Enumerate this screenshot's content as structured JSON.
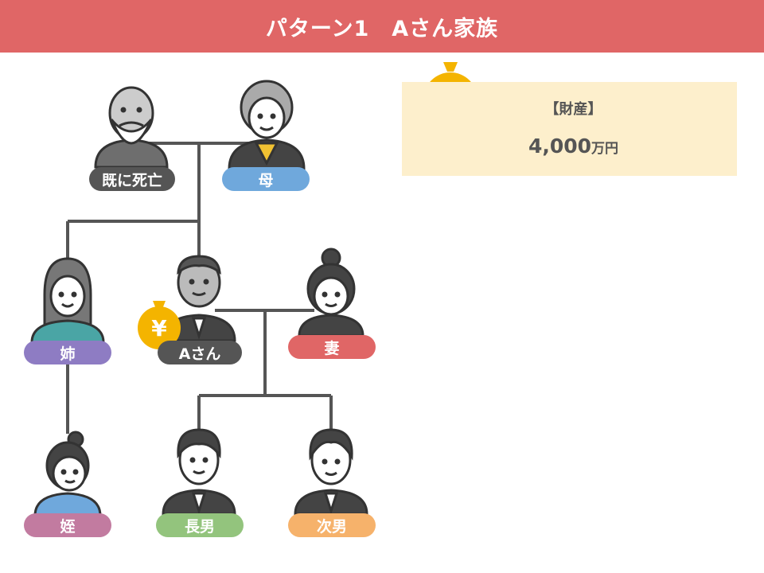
{
  "header": {
    "title": "パターン1　Aさん家族"
  },
  "assets": {
    "label": "【財産】",
    "amount": "4,000",
    "unit": "万円",
    "yen_symbol": "¥"
  },
  "family": {
    "grandfather": {
      "label": "既に死亡",
      "color": "#555555"
    },
    "mother": {
      "label": "母",
      "color": "#6fa8dc"
    },
    "sister": {
      "label": "姉",
      "color": "#8e7cc3"
    },
    "a_san": {
      "label": "Aさん",
      "color": "#555555",
      "yen_symbol": "¥"
    },
    "wife": {
      "label": "妻",
      "color": "#e06666"
    },
    "niece": {
      "label": "姪",
      "color": "#c27ba0"
    },
    "eldest_son": {
      "label": "長男",
      "color": "#93c47d"
    },
    "second_son": {
      "label": "次男",
      "color": "#f6b26b"
    }
  },
  "colors": {
    "header": "#e06666",
    "gold": "#f4b400",
    "connector": "#555555",
    "asset_bg": "#fdefcc"
  }
}
